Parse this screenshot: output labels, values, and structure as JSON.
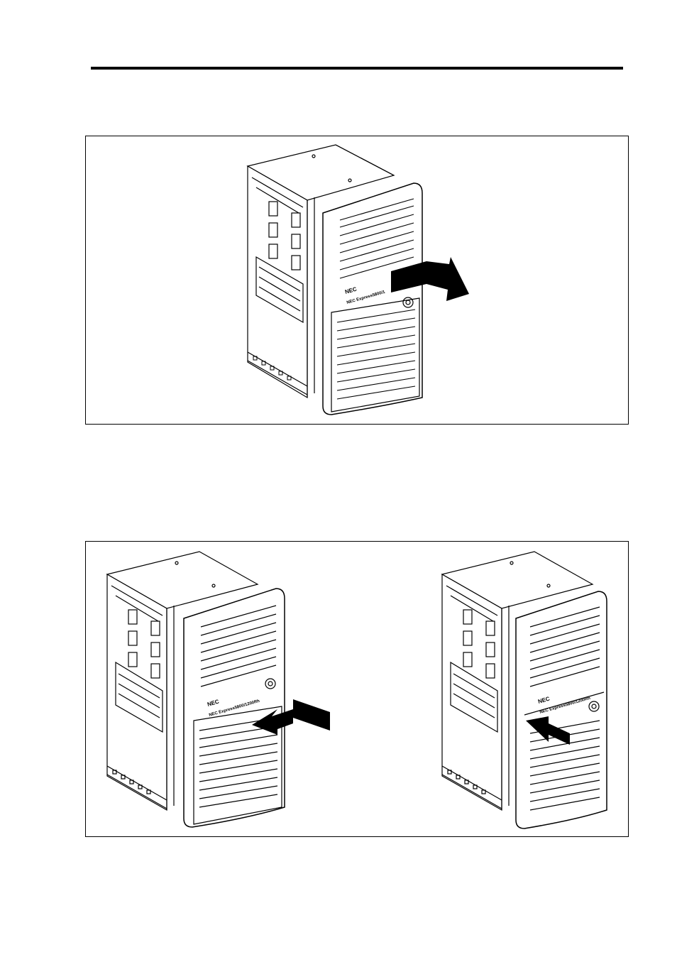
{
  "figures": [
    {
      "id": "removing-front-bezel",
      "bezel_logo": "NEC",
      "bezel_model": "NEC Express5800/1",
      "arrow_direction": "outward-right"
    },
    {
      "id": "attaching-front-bezel",
      "views": [
        {
          "bezel_logo": "NEC",
          "bezel_model": "NEC Express5800/1200Rh",
          "arrow_direction": "inward-left"
        },
        {
          "bezel_logo": "NEC",
          "bezel_model": "NEC Express5800/1200Rh",
          "arrow_direction": "inward-left"
        }
      ]
    }
  ]
}
